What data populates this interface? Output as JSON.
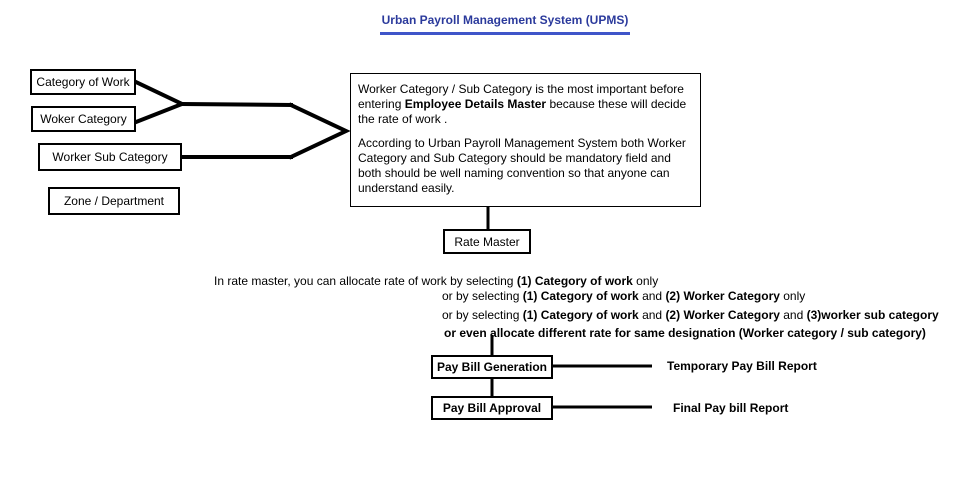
{
  "title": "Urban Payroll Management System (UPMS)",
  "left_boxes": {
    "category_of_work": "Category of Work",
    "worker_category": "Woker Category",
    "worker_sub_category": "Worker Sub Category",
    "zone_department": "Zone / Department"
  },
  "note": {
    "p1_before": "Worker Category / Sub Category is the most important before entering ",
    "p1_bold": "Employee Details Master",
    "p1_after": " because these will decide the rate of work .",
    "p2": "According to Urban Payroll Management System both Worker Category and Sub Category should be mandatory field and both should be well naming convention so that anyone can understand easily."
  },
  "rate_master": "Rate Master",
  "rate_lines": {
    "l1_before": "In rate master, you can allocate rate of work by selecting ",
    "l1_bold": "(1) Category of work",
    "l1_after": " only",
    "l2_before": "or by selecting ",
    "l2_bold1": "(1) Category of work",
    "l2_mid": " and ",
    "l2_bold2": "(2) Worker Category",
    "l2_after": " only",
    "l3_before": "or by selecting ",
    "l3_bold1": "(1) Category of work",
    "l3_mid1": " and ",
    "l3_bold2": "(2) Worker Category",
    "l3_mid2": " and ",
    "l3_bold3": "(3)worker sub category",
    "l4_bold": "or even allocate different rate for same designation (Worker category / sub category)"
  },
  "pay_bill_generation": "Pay Bill Generation",
  "pay_bill_approval": "Pay Bill Approval",
  "reports": {
    "temporary": "Temporary Pay Bill Report",
    "final": "Final Pay bill Report"
  },
  "colors": {
    "title": "#2b3a9c",
    "title_underline": "#3f55c9",
    "lines": "#000000"
  }
}
